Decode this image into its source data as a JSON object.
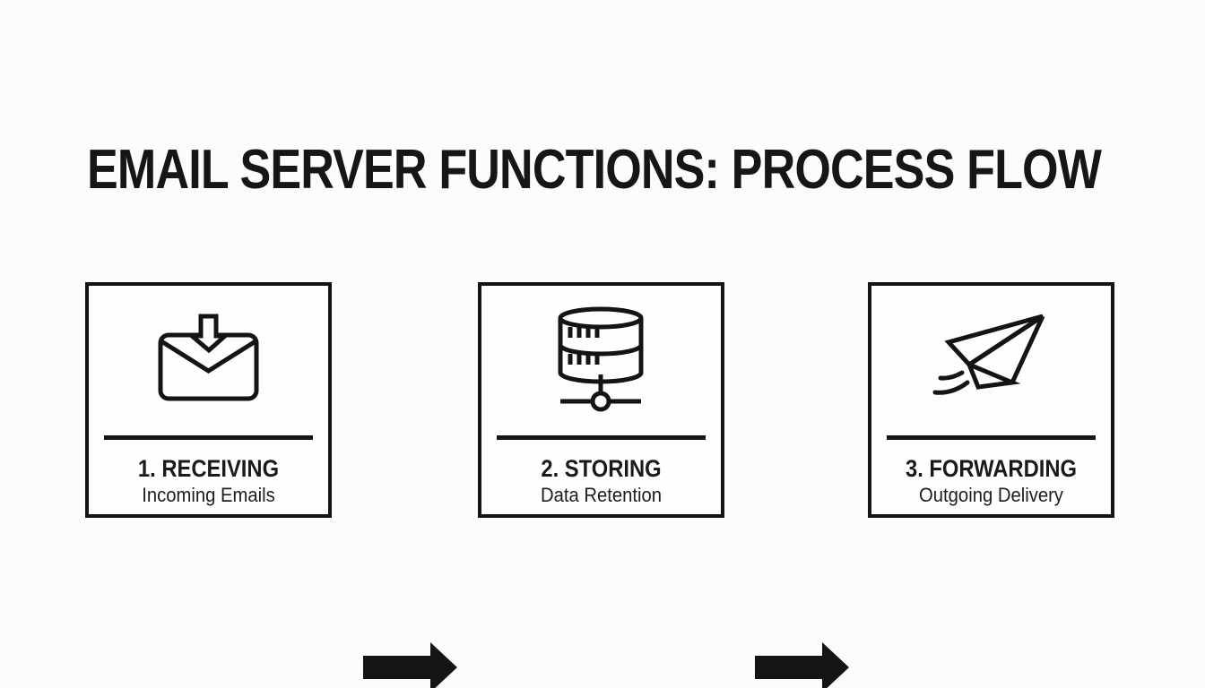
{
  "title": "EMAIL SERVER FUNCTIONS: PROCESS FLOW",
  "colors": {
    "background": "#fbfdfd",
    "foreground": "#141414",
    "box_background": "#fdfefe"
  },
  "steps": [
    {
      "number_label": "1. RECEIVING",
      "sublabel": "Incoming Emails",
      "icon": "incoming-email-icon"
    },
    {
      "number_label": "2. STORING",
      "sublabel": "Data Retention",
      "icon": "database-icon"
    },
    {
      "number_label": "3. FORWARDING",
      "sublabel": "Outgoing Delivery",
      "icon": "paper-plane-icon"
    }
  ],
  "connectors": [
    {
      "icon": "right-arrow-icon"
    },
    {
      "icon": "right-arrow-icon"
    }
  ]
}
